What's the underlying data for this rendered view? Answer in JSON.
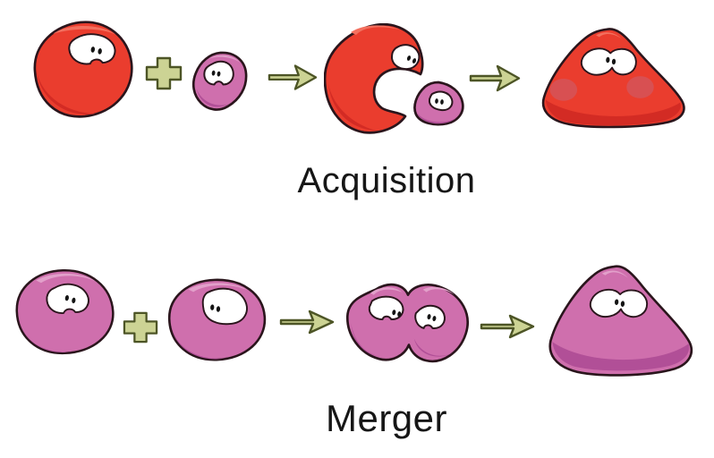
{
  "figure": {
    "background": "#ffffff",
    "rows": [
      {
        "id": "acquisition",
        "label": "Acquisition",
        "sequence": [
          "large-red-company",
          "plus",
          "small-pink-company",
          "arrow",
          "red-company-swallowing-small-pink-company",
          "arrow",
          "combined-red-company-with-pink-cheeks"
        ]
      },
      {
        "id": "merger",
        "label": "Merger",
        "sequence": [
          "pink-company-a",
          "plus",
          "pink-company-b",
          "arrow",
          "two-pink-companies-fusing",
          "arrow",
          "combined-pink-company"
        ]
      }
    ],
    "icons": {
      "plus": "plus-icon",
      "arrow": "arrow-right-icon"
    },
    "colors": {
      "background": "#ffffff",
      "red": "#ea3d2e",
      "redShadow": "#d32b24",
      "redHighlight": "#f3705f",
      "redCheek": "#d85052",
      "pink": "#cf6fad",
      "pinkShadow": "#b14f97",
      "pinkHighlight": "#e2a0ca",
      "olive": "#ccd394",
      "oliveOutline": "#4d5526",
      "outline": "#2a151c",
      "eyeWhite": "#ffffff",
      "pupil": "#141414",
      "labelColor": "#161616"
    }
  }
}
